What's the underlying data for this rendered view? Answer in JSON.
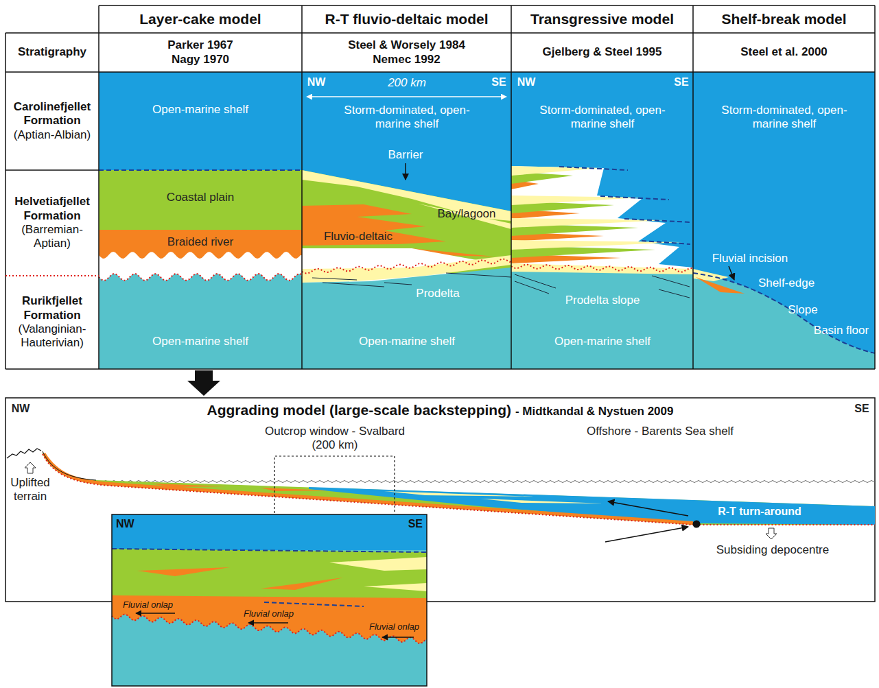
{
  "diagram": {
    "nodes": [
      {
        "text": [
          "Layer-cake model"
        ]
      },
      {
        "text": [
          "R-T fluvio-deltaic model"
        ]
      },
      {
        "text": [
          "Transgressive model"
        ]
      },
      {
        "text": [
          "Shelf-break model"
        ]
      },
      {
        "text": [
          "Stratigraphy"
        ]
      },
      {
        "text": [
          "Parker 1967 Nagy 1970"
        ]
      },
      {
        "text": [
          "Steel & Worsely 1984 Nemec 1992"
        ]
      },
      {
        "text": [
          "Gjelberg & Steel 1995"
        ]
      },
      {
        "text": [
          "Steel et al. 2000"
        ]
      },
      {
        "text": [
          "Carolinefjellet Formation",
          "(Aptian-Albian)"
        ]
      },
      {
        "text": [
          "Helvetiafjellet Formation",
          "(Barremian-Aptian)"
        ]
      },
      {
        "text": [
          "Rurikfjellet Formation",
          "(Valanginian-Hauterivian)"
        ]
      },
      {
        "text": [
          "Aggrading model (large-scale backstepping)",
          "- Midtkandal & Nystuen 2009"
        ]
      },
      {
        "text": [
          "NW",
          "SE",
          "Fluvial onlap",
          "Fluvial onlap",
          "Fluvial onlap"
        ],
        "in": 12
      }
    ],
    "labels": [
      "Open-marine shelf",
      "Coastal plain",
      "Braided river",
      "Open-marine shelf",
      "NW",
      "200 km",
      "SE",
      "Storm-dominated, open-marine shelf",
      "Barrier",
      "Bay/lagoon",
      "Fluvio-deltaic",
      "Prodelta",
      "Open-marine shelf",
      "NW",
      "SE",
      "Storm-dominated, open-marine shelf",
      "Prodelta slope",
      "Open-marine shelf",
      "Storm-dominated, open-marine shelf",
      "Fluvial incision",
      "Shelf-edge",
      "Slope",
      "Basin floor",
      "NW",
      "SE",
      "Outcrop window - Svalbard (200 km)",
      "Offshore - Barents Sea shelf",
      "Uplifted terrain",
      "R-T turn-around",
      "Subsiding depocentre"
    ]
  }
}
